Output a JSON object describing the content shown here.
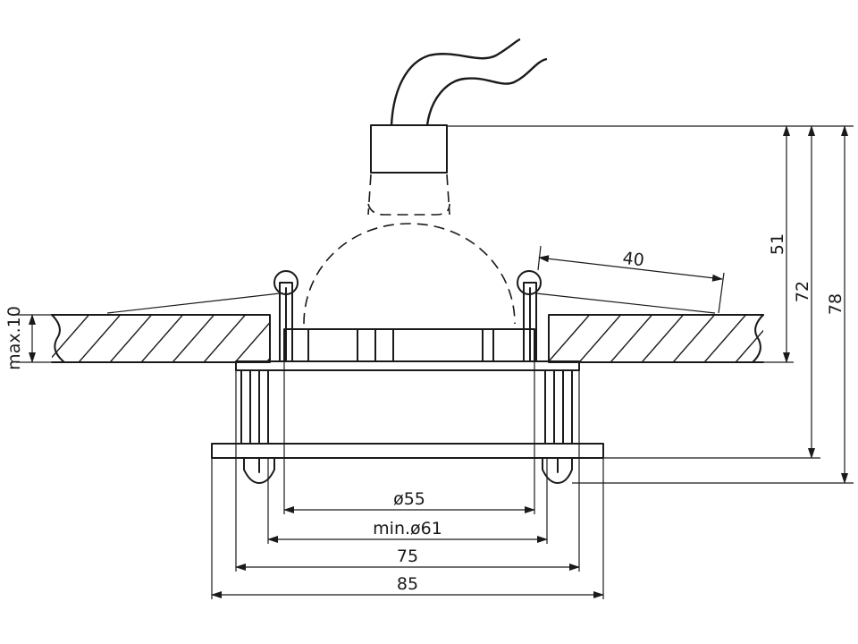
{
  "dimensions": {
    "d55": "ø55",
    "min61": "min.ø61",
    "w75": "75",
    "w85": "85",
    "h51": "51",
    "h72": "72",
    "h78": "78",
    "spring40": "40",
    "max10": "max.10"
  },
  "colors": {
    "line": "#1a1a1a",
    "background": "#ffffff"
  }
}
